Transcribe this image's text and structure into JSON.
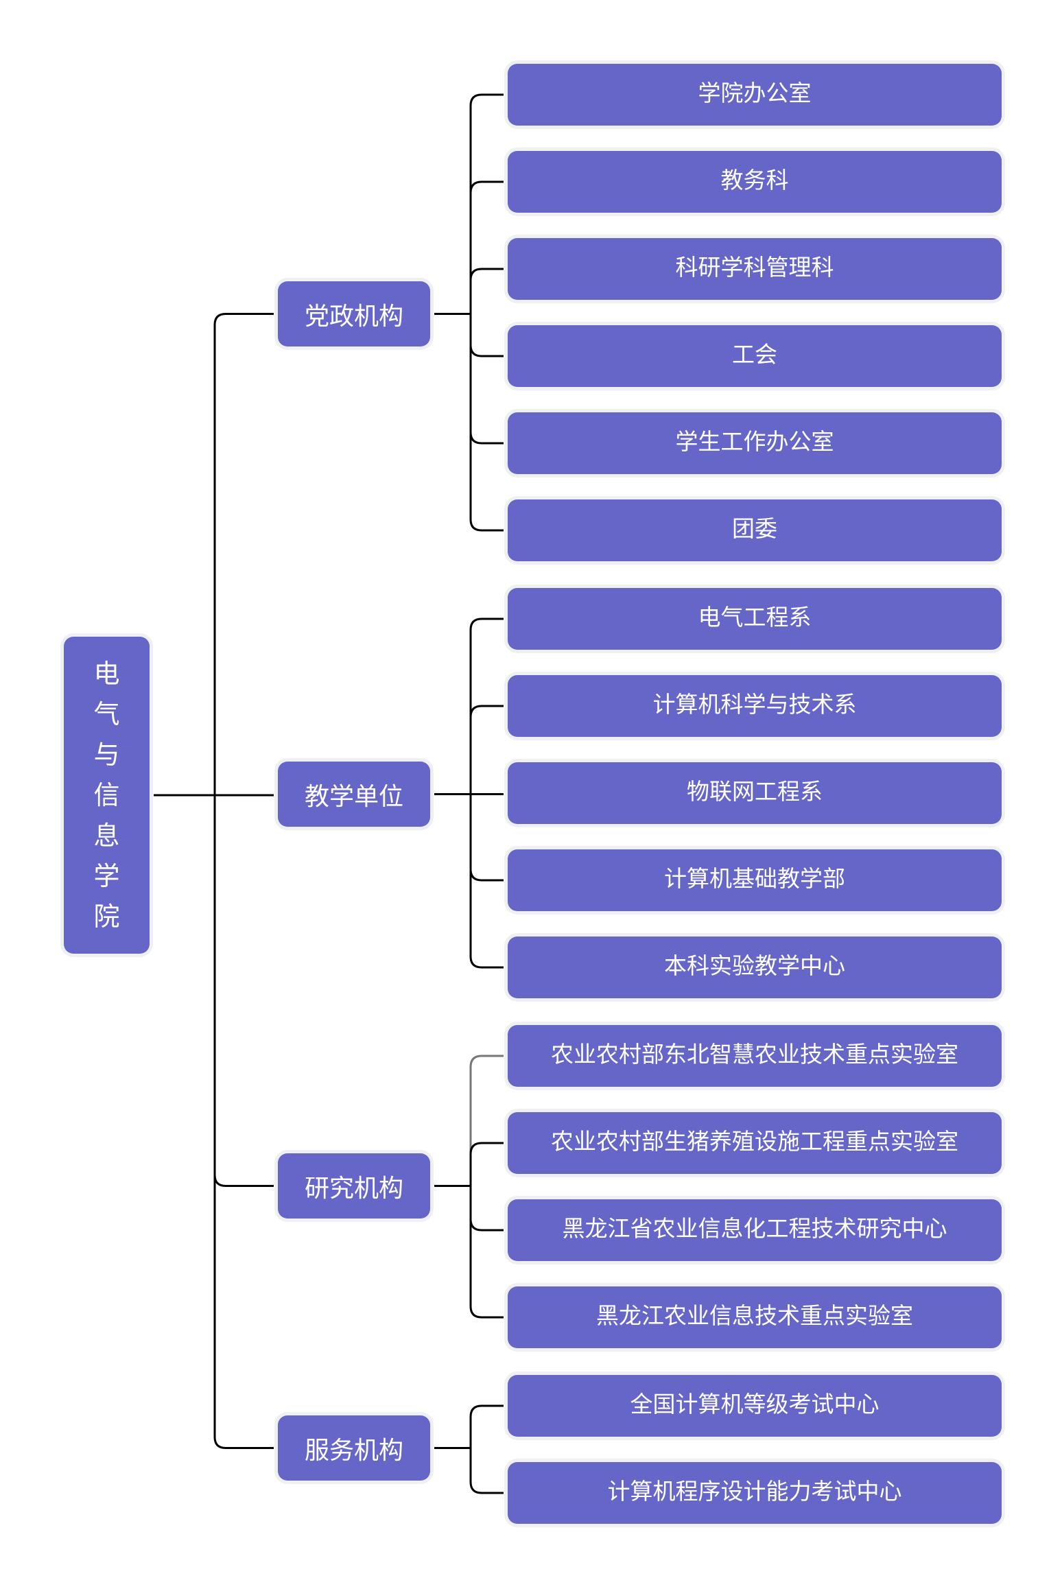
{
  "root": {
    "label": "电气与信息学院",
    "chars": [
      "电",
      "气",
      "与",
      "信",
      "息",
      "学",
      "院"
    ]
  },
  "colors": {
    "node_fill": "#6666c8",
    "node_border": "#eef0f3",
    "text": "#ffffff",
    "line": "#000000",
    "line_alt": "#777777"
  },
  "branches": [
    {
      "label": "党政机构",
      "children": [
        "学院办公室",
        "教务科",
        "科研学科管理科",
        "工会",
        "学生工作办公室",
        "团委"
      ]
    },
    {
      "label": "教学单位",
      "children": [
        "电气工程系",
        "计算机科学与技术系",
        "物联网工程系",
        "计算机基础教学部",
        "本科实验教学中心"
      ]
    },
    {
      "label": "研究机构",
      "children": [
        "农业农村部东北智慧农业技术重点实验室",
        "农业农村部生猪养殖设施工程重点实验室",
        "黑龙江省农业信息化工程技术研究中心",
        "黑龙江农业信息技术重点实验室"
      ]
    },
    {
      "label": "服务机构",
      "children": [
        "全国计算机等级考试中心",
        "计算机程序设计能力考试中心"
      ]
    }
  ]
}
